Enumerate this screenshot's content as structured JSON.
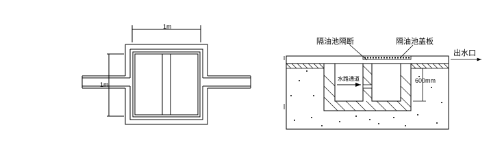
{
  "plan_view": {
    "top_dimension": "1m",
    "left_dimension": "1m"
  },
  "section_view": {
    "label_partition": "隔油池隔断",
    "label_cover": "隔油池盖板",
    "label_outlet": "出水口",
    "label_flow": "水路通道",
    "label_depth": "600mm"
  }
}
